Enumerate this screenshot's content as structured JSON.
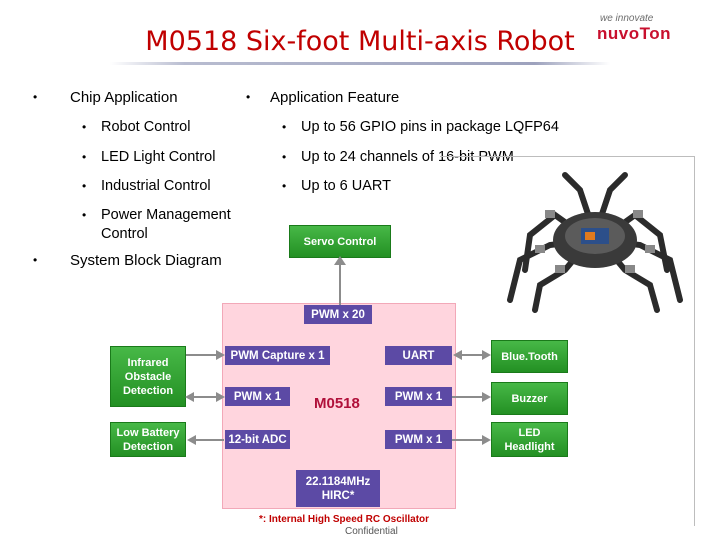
{
  "header": {
    "title": "M0518 Six-foot Multi-axis Robot",
    "tagline": "we innovate",
    "logo": "nuvoTon"
  },
  "left": {
    "heading": "Chip Application",
    "items": [
      "Robot Control",
      "LED Light Control",
      "Industrial Control",
      "Power Management",
      "Control"
    ],
    "block_diagram_heading": "System Block Diagram"
  },
  "right": {
    "heading": "Application Feature",
    "items": [
      "Up to 56 GPIO pins in package LQFP64",
      "Up to 24 channels of 16-bit PWM",
      "Up to 6 UART"
    ]
  },
  "bullet": "•",
  "diagram": {
    "chip_label": "M0518",
    "servo": "Servo Control",
    "pwm20": "PWM x 20",
    "pwm_capture": "PWM Capture x 1",
    "uart": "UART",
    "pwm_left": "PWM x 1",
    "pwm_right_1": "PWM x 1",
    "adc": "12-bit ADC",
    "pwm_right_2": "PWM x 1",
    "hirc_line1": "22.1184MHz",
    "hirc_line2": "HIRC*",
    "infrared_1": "Infrared",
    "infrared_2": "Obstacle",
    "infrared_3": "Detection",
    "lowbat_1": "Low Battery",
    "lowbat_2": "Detection",
    "bluetooth": "Blue.Tooth",
    "buzzer": "Buzzer",
    "led_1": "LED",
    "led_2": "Headlight",
    "footnote": "*: Internal High Speed RC Oscillator"
  },
  "footer": {
    "confidential": "Confidential"
  },
  "colors": {
    "title": "#c00000",
    "chip_bg": "#ffd5de",
    "block_purple": "#5c4aa5",
    "block_green": "#2f9e2f",
    "logo": "#c8102e"
  },
  "icons": {
    "robot": "hexapod-robot-photo"
  }
}
